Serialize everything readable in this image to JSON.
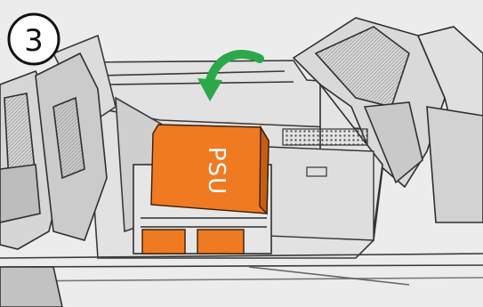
{
  "step": {
    "number": "3"
  },
  "components": {
    "psu": {
      "label": "PSU",
      "color": "#f07a22"
    }
  },
  "arrow": {
    "color": "#2aa84a",
    "meaning": "rotate-down"
  },
  "colors": {
    "background": "#ececec",
    "line": "#3a3a3a",
    "shade": "#b8b8b8"
  }
}
